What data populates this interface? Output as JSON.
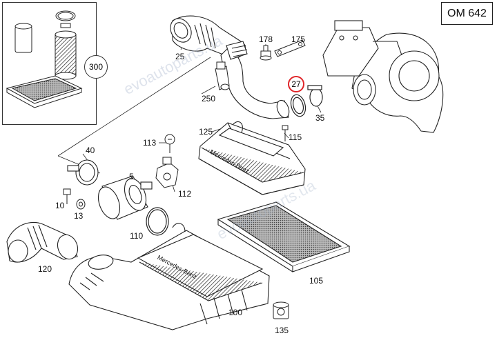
{
  "engine_code": "OM 642",
  "kit_label": "300",
  "highlight_part": "27",
  "watermark": "evoautoparts.ua",
  "brand_text": "Mercedes-Benz",
  "highlight_color": "#e0262a",
  "parts": {
    "p25": "25",
    "p178": "178",
    "p175": "175",
    "p250": "250",
    "p35": "35",
    "p125": "125",
    "p115": "115",
    "p113": "113",
    "p40": "40",
    "p5": "5",
    "p112": "112",
    "p10": "10",
    "p13": "13",
    "p110": "110",
    "p120": "120",
    "p105": "105",
    "p100": "100",
    "p135": "135"
  }
}
